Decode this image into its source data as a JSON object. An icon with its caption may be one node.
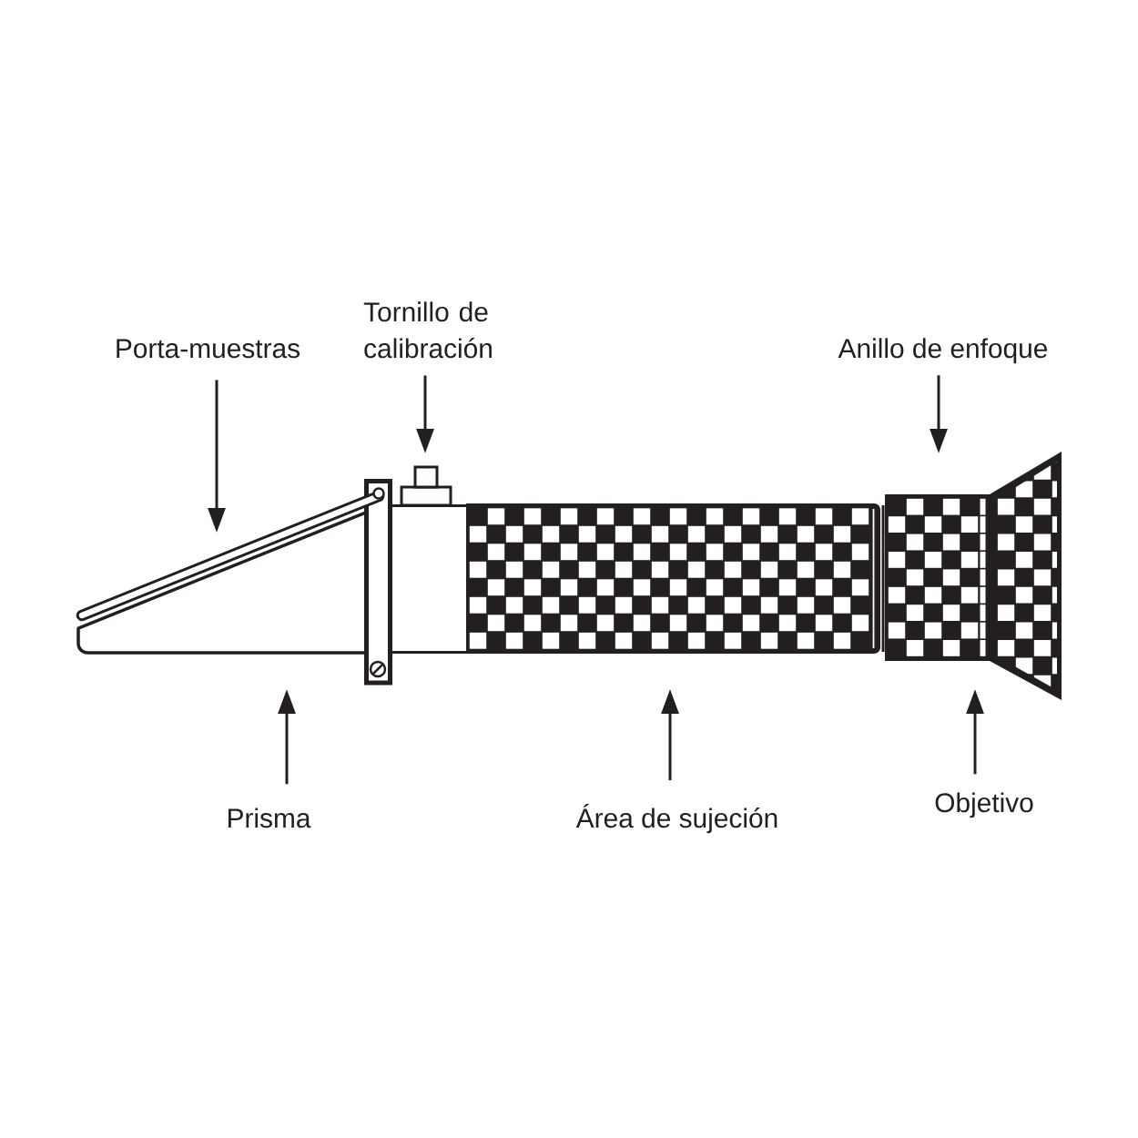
{
  "diagram": {
    "nodes": [
      {
        "text": [
          "Porta-muestras"
        ]
      },
      {
        "text": [
          "Tornillo de calibración"
        ]
      },
      {
        "text": [
          "Anillo de enfoque"
        ]
      },
      {
        "text": [
          "Prisma"
        ]
      },
      {
        "text": [
          "Área de sujeción"
        ]
      },
      {
        "text": [
          "Objetivo"
        ]
      }
    ],
    "edges": [
      {
        "from": 0,
        "to": null,
        "arrow": "to"
      },
      {
        "from": 1,
        "to": null,
        "arrow": "to"
      },
      {
        "from": 2,
        "to": null,
        "arrow": "to"
      },
      {
        "from": 3,
        "to": null,
        "arrow": "to"
      },
      {
        "from": 4,
        "to": null,
        "arrow": "to"
      },
      {
        "from": 5,
        "to": null,
        "arrow": "to"
      }
    ]
  }
}
